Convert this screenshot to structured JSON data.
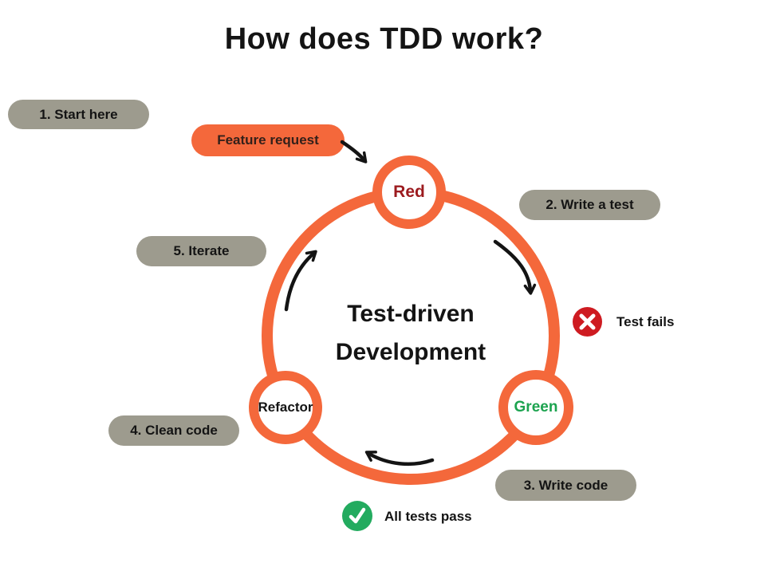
{
  "title": "How does TDD work?",
  "center": {
    "line1": "Test-driven",
    "line2": "Development"
  },
  "steps": [
    {
      "label": "1. Start here"
    },
    {
      "label": "2. Write a test"
    },
    {
      "label": "3. Write code"
    },
    {
      "label": "4. Clean code"
    },
    {
      "label": "5. Iterate"
    }
  ],
  "feature_pill": {
    "label": "Feature request"
  },
  "nodes": [
    {
      "label": "Red",
      "color": "#9c1b1f"
    },
    {
      "label": "Green",
      "color": "#1ca34f"
    },
    {
      "label": "Refactor",
      "color": "#141414"
    }
  ],
  "status": {
    "fail": {
      "label": "Test fails",
      "icon": "x-circle-icon",
      "color": "#ce1b21"
    },
    "pass": {
      "label": "All tests pass",
      "icon": "check-circle-icon",
      "color": "#23ab5f"
    }
  },
  "colors": {
    "ring_orange": "#f4683b",
    "pill_gray": "#9d9b8e",
    "arrow_black": "#141414"
  }
}
